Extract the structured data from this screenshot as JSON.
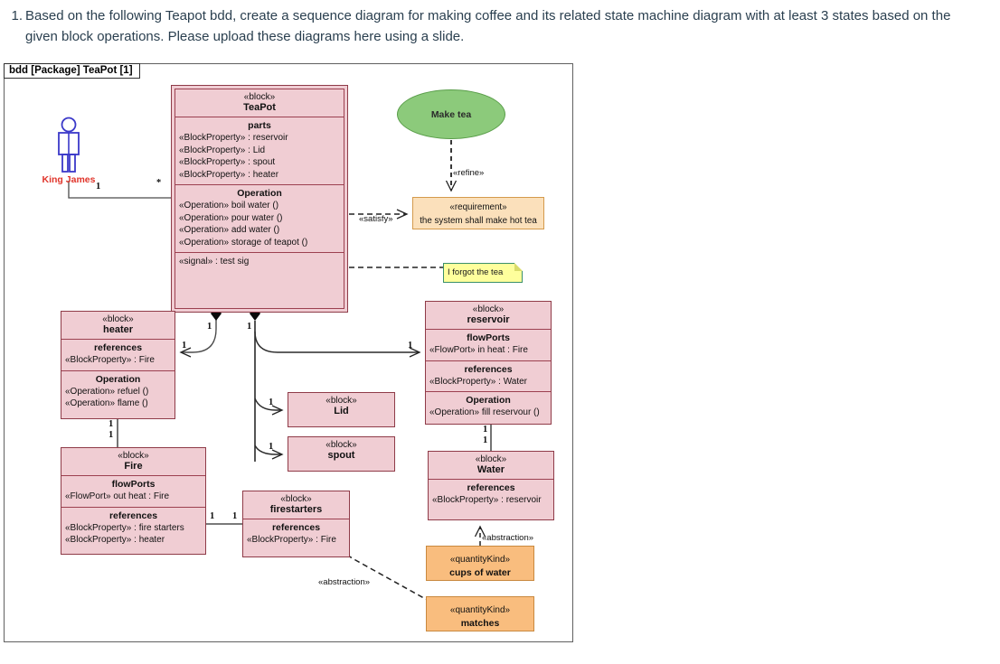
{
  "question": {
    "number": "1.",
    "line1": "Based on the following Teapot bdd, create a sequence diagram for making coffee and its related state machine diagram with at least 3 states based on the",
    "line2": "given block operations.   Please upload these diagrams here using a slide."
  },
  "diagram": {
    "frame_label": "bdd [Package] TeaPot [1]",
    "actor": {
      "name": "King James",
      "icon": "stick-figure-actor-icon",
      "color": "#e0352b"
    },
    "usecase": {
      "label": "Make tea",
      "color": "#8cca7b"
    },
    "requirement": {
      "stereotype": "«requirement»",
      "text": "the system shall make hot tea",
      "color": "#fbe0bb"
    },
    "note": {
      "text": "I forgot the tea",
      "color": "#feff9c"
    },
    "relations": [
      {
        "name": "refine",
        "label": "«refine»"
      },
      {
        "name": "satisfy",
        "label": "«satisfy»"
      },
      {
        "name": "abstraction-water",
        "label": "«abstraction»"
      },
      {
        "name": "abstraction-firestarters",
        "label": "«abstraction»"
      }
    ],
    "multiplicities": {
      "actor_end": "1",
      "teapot_actor_end": "*",
      "teapot_heater_src": "1",
      "heater_end": "1",
      "teapot_parts_src": "1",
      "reservoir_end": "1",
      "lid_end": "1",
      "spout_end": "1",
      "heater_fire_a": "1",
      "heater_fire_b": "1",
      "fire_firestarters_src": "1",
      "fire_firestarters_dst": "1",
      "reservoir_water_a": "1",
      "reservoir_water_b": "1"
    },
    "blocks": [
      {
        "id": "teapot",
        "stereotype": "«block»",
        "name": "TeaPot",
        "compartments": [
          {
            "header": "parts",
            "rows": [
              "«BlockProperty»  : reservoir",
              "«BlockProperty»  : Lid",
              "«BlockProperty»  : spout",
              "«BlockProperty»  : heater"
            ]
          },
          {
            "header": "Operation",
            "rows": [
              "«Operation» boil water ()",
              "«Operation» pour water ()",
              "«Operation» add water ()",
              "«Operation» storage of teapot ()"
            ]
          },
          {
            "header": "",
            "rows": [
              "«signal» : test sig"
            ]
          }
        ]
      },
      {
        "id": "heater",
        "stereotype": "«block»",
        "name": "heater",
        "compartments": [
          {
            "header": "references",
            "rows": [
              "«BlockProperty»  : Fire"
            ]
          },
          {
            "header": "Operation",
            "rows": [
              "«Operation» refuel ()",
              "«Operation» flame ()"
            ]
          }
        ]
      },
      {
        "id": "reservoir",
        "stereotype": "«block»",
        "name": "reservoir",
        "compartments": [
          {
            "header": "flowPorts",
            "rows": [
              "«FlowPort» in heat : Fire"
            ]
          },
          {
            "header": "references",
            "rows": [
              "«BlockProperty»  : Water"
            ]
          },
          {
            "header": "Operation",
            "rows": [
              "«Operation» fill reservour ()"
            ]
          }
        ]
      },
      {
        "id": "lid",
        "stereotype": "«block»",
        "name": "Lid",
        "compartments": []
      },
      {
        "id": "spout",
        "stereotype": "«block»",
        "name": "spout",
        "compartments": []
      },
      {
        "id": "fire",
        "stereotype": "«block»",
        "name": "Fire",
        "compartments": [
          {
            "header": "flowPorts",
            "rows": [
              "«FlowPort» out heat : Fire"
            ]
          },
          {
            "header": "references",
            "rows": [
              "«BlockProperty»  : fire starters",
              "«BlockProperty»  : heater"
            ]
          }
        ]
      },
      {
        "id": "firestarters",
        "stereotype": "«block»",
        "name": "firestarters",
        "compartments": [
          {
            "header": "references",
            "rows": [
              "«BlockProperty»  : Fire"
            ]
          }
        ]
      },
      {
        "id": "water",
        "stereotype": "«block»",
        "name": "Water",
        "compartments": [
          {
            "header": "references",
            "rows": [
              "«BlockProperty»  : reservoir"
            ]
          }
        ]
      }
    ],
    "quantity_kinds": [
      {
        "stereotype": "«quantityKind»",
        "name": "cups of water"
      },
      {
        "stereotype": "«quantityKind»",
        "name": "matches"
      }
    ],
    "colors": {
      "block_fill": "#f0cdd3",
      "block_border": "#8f3b48",
      "usecase_fill": "#8cca7b",
      "requirement_fill": "#fbe0bb",
      "quantitykind_fill": "#f9bd7e",
      "note_fill": "#feff9c",
      "actor_stroke": "#3b39c9"
    }
  }
}
